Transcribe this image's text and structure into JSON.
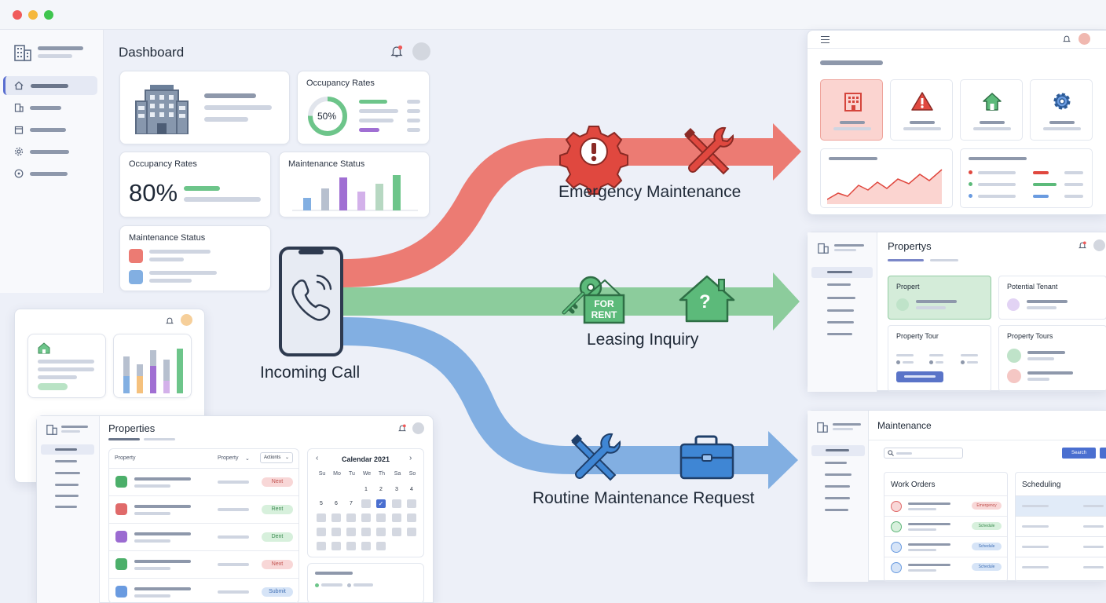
{
  "window": {
    "controls": [
      "close",
      "minimize",
      "maximize"
    ]
  },
  "dashboard": {
    "title": "Dashboard",
    "occupancy_title": "Occupancy Rates",
    "occupancy_ring_value": "50%",
    "occupancy_big_title": "Occupancy Rates",
    "occupancy_big_value": "80%",
    "maintenance_chart_title": "Maintenance Status",
    "maintenance_list_title": "Maintenance Status"
  },
  "properties_window": {
    "title": "Properties",
    "col_property": "Property",
    "col_property_sort": "Property",
    "col_actions": "Actionts",
    "rows": [
      {
        "badge": "Next",
        "color": "#4caf6a",
        "badge_bg": "#f8d7d7",
        "badge_fg": "#c0504d"
      },
      {
        "badge": "Rent",
        "color": "#e06a6a",
        "badge_bg": "#d7f0dc",
        "badge_fg": "#3a8a4f"
      },
      {
        "badge": "Dent",
        "color": "#9b6bd1",
        "badge_bg": "#d7f0dc",
        "badge_fg": "#3a8a4f"
      },
      {
        "badge": "Next",
        "color": "#4caf6a",
        "badge_bg": "#f8d7d7",
        "badge_fg": "#c0504d"
      },
      {
        "badge": "Submit",
        "color": "#6a9be0",
        "badge_bg": "#d6e4f7",
        "badge_fg": "#3f6fb5"
      }
    ],
    "calendar": {
      "title": "Calendar 2021",
      "days": [
        "Su",
        "Mo",
        "Tu",
        "We",
        "Th",
        "Sa",
        "So"
      ],
      "row1": [
        "1",
        "2",
        "3",
        "4"
      ],
      "row2": [
        "5",
        "6",
        "7"
      ]
    }
  },
  "flow": {
    "source_label": "Incoming Call",
    "branches": [
      {
        "label": "Emergency Maintenance",
        "color": "#ec7b73"
      },
      {
        "label": "Leasing Inquiry",
        "color": "#8ccc9c"
      },
      {
        "label": "Routine Maintenance Request",
        "color": "#82afe2"
      }
    ],
    "for_rent_sign": "FOR RENT",
    "question_mark": "?"
  },
  "propertys_window": {
    "title": "Propertys",
    "cards": [
      {
        "title": "Propert"
      },
      {
        "title": "Potential Tenant"
      },
      {
        "title": "Property Tour"
      },
      {
        "title": "Property Tours"
      }
    ]
  },
  "maintenance_window": {
    "title": "Maintenance",
    "search_button": "Search",
    "work_orders_title": "Work Orders",
    "scheduling_title": "Scheduling",
    "orders": [
      {
        "badge": "Emergency",
        "color": "#e06a6a",
        "badge_bg": "#f8d7d7",
        "badge_fg": "#c0504d"
      },
      {
        "badge": "Schedule",
        "color": "#5fb57a",
        "badge_bg": "#d7f0dc",
        "badge_fg": "#3a8a4f"
      },
      {
        "badge": "Schedule",
        "color": "#6a9be0",
        "badge_bg": "#d6e4f7",
        "badge_fg": "#3f6fb5"
      },
      {
        "badge": "Schedule",
        "color": "#6a9be0",
        "badge_bg": "#d6e4f7",
        "badge_fg": "#3f6fb5"
      }
    ]
  }
}
